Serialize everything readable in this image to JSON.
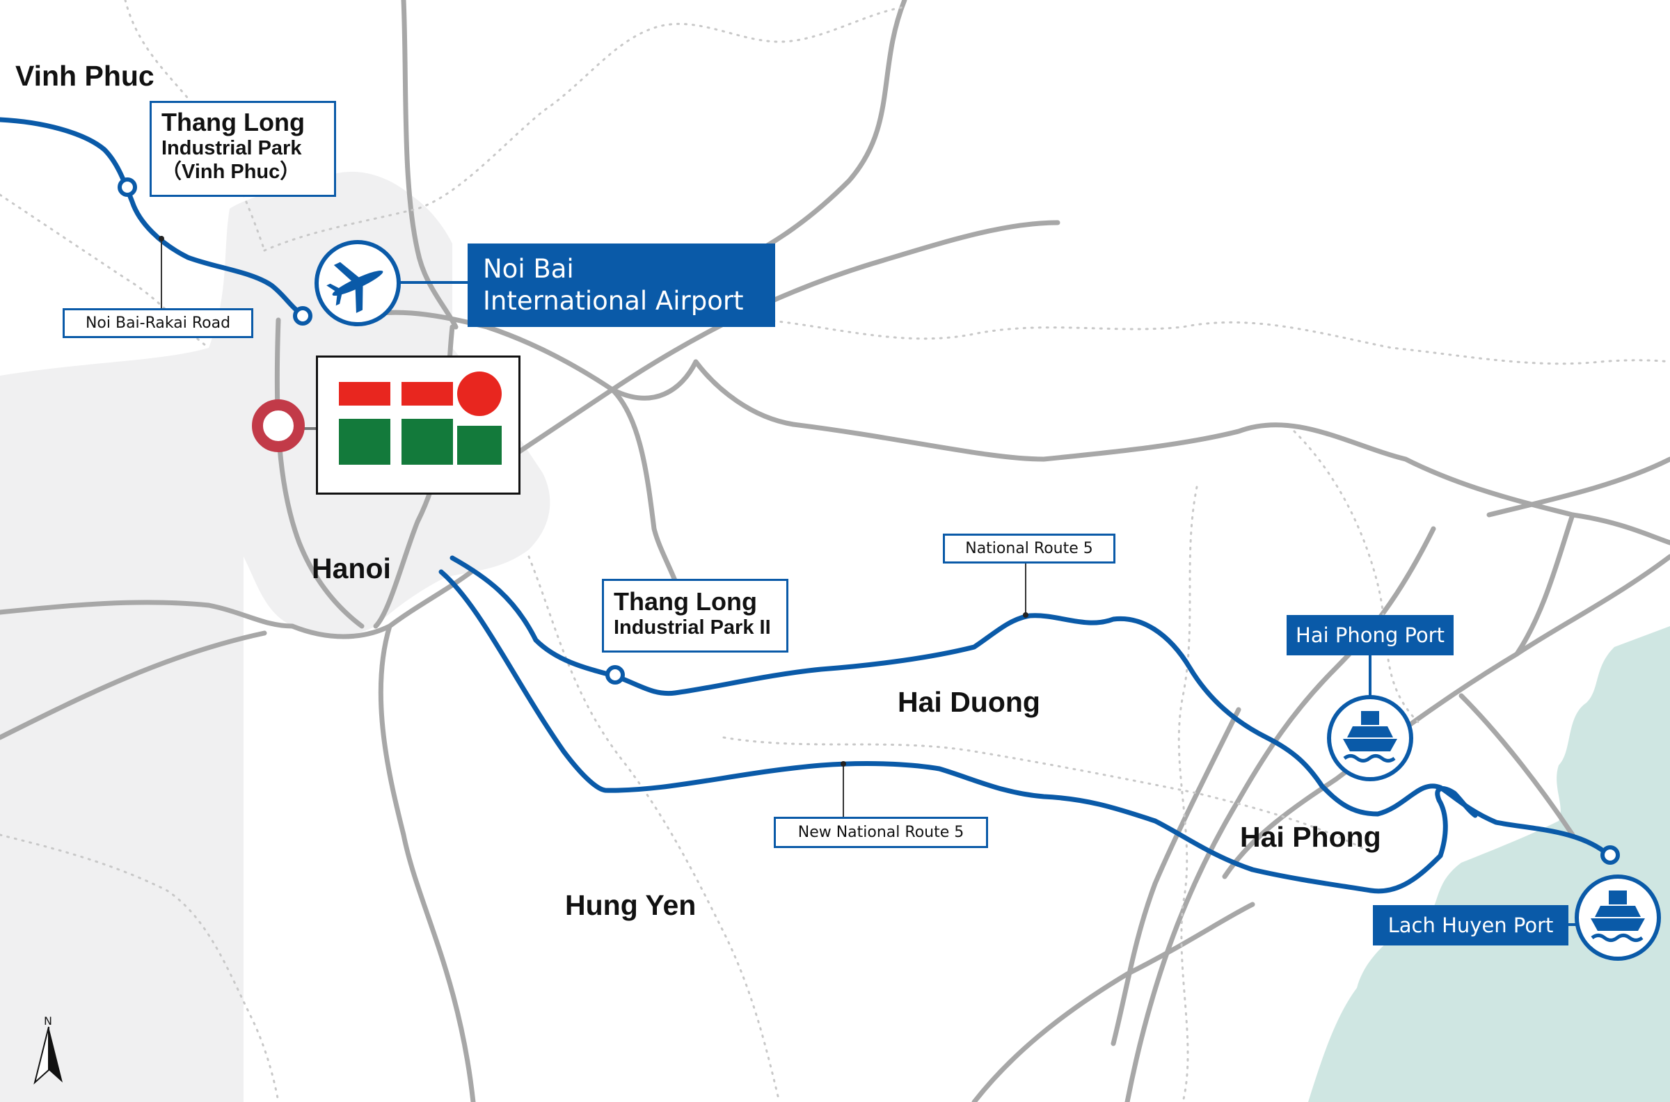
{
  "map": {
    "regions": {
      "vinh_phuc": "Vinh Phuc",
      "hanoi": "Hanoi",
      "hai_duong": "Hai Duong",
      "hai_phong": "Hai Phong",
      "hung_yen": "Hung Yen"
    },
    "parks": {
      "thang_long_vinh_phuc": {
        "line1": "Thang Long",
        "line2": "Industrial Park",
        "line3": "（Vinh Phuc）"
      },
      "thang_long_2": {
        "line1": "Thang Long",
        "line2": "Industrial Park II"
      }
    },
    "roads": {
      "noi_bai_rakai": "Noi Bai-Rakai Road",
      "national_route_5": "National Route 5",
      "new_national_route_5": "New National Route 5"
    },
    "airport": {
      "line1": "Noi Bai",
      "line2": "International Airport"
    },
    "ports": {
      "hai_phong": "Hai Phong Port",
      "lach_huyen": "Lach Huyen Port"
    },
    "compass": "N",
    "colors": {
      "route_blue": "#0a5aa8",
      "hanoi_area": "#f0f0f1",
      "sea": "#cfe6e2",
      "road_gray": "#a7a7a7",
      "marker_red": "#c23a48",
      "logo_red": "#e8261f",
      "logo_green": "#137a3b"
    },
    "icons": [
      "airplane-icon",
      "ship-icon",
      "compass-icon",
      "location-marker-icon"
    ]
  }
}
